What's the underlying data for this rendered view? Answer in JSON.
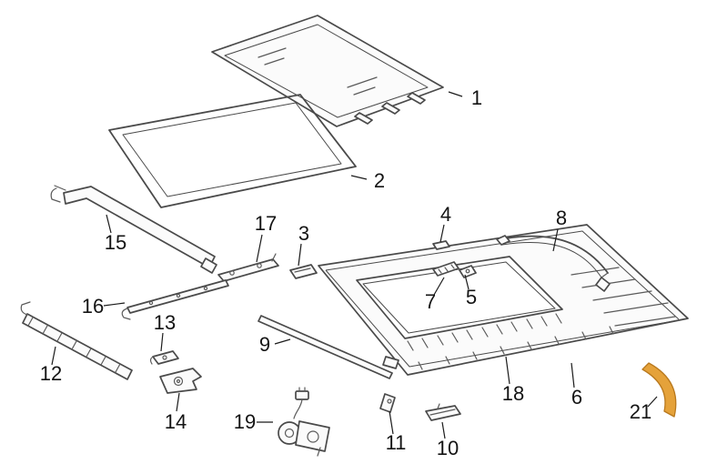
{
  "diagram": {
    "background_color": "#ffffff",
    "line_color": "#4a4a4a",
    "label_color": "#141414",
    "highlight_color": "#e5a23a",
    "highlight_stroke": "#b9791e",
    "labels": {
      "p1": "1",
      "p2": "2",
      "p3": "3",
      "p4": "4",
      "p5": "5",
      "p6": "6",
      "p7": "7",
      "p8": "8",
      "p9": "9",
      "p10": "10",
      "p11": "11",
      "p12": "12",
      "p13": "13",
      "p14": "14",
      "p15": "15",
      "p16": "16",
      "p17": "17",
      "p18": "18",
      "p19": "19",
      "p21": "21"
    }
  }
}
